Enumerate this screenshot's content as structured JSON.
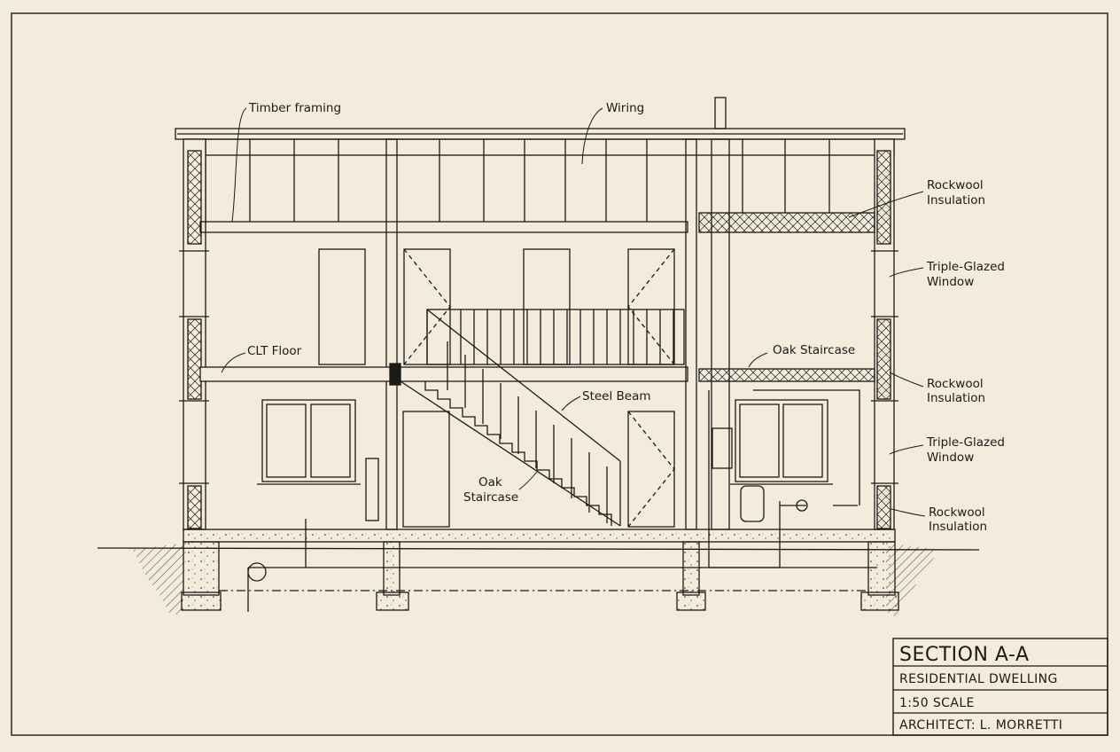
{
  "colors": {
    "paper": "#f3ecdd",
    "ink": "#1c1a17",
    "insulation": "#e6dcc4",
    "concrete": "#ddd3bd"
  },
  "labels": {
    "timber_framing": "Timber framing",
    "wiring": "Wiring",
    "rockwool_top": [
      "Rockwool",
      "Insulation"
    ],
    "triple_glazed_upper": [
      "Triple-Glazed",
      "Window"
    ],
    "clt_floor": "CLT Floor",
    "oak_staircase_right": "Oak Staircase",
    "rockwool_mid": [
      "Rockwool",
      "Insulation"
    ],
    "steel_beam": "Steel Beam",
    "triple_glazed_lower": [
      "Triple-Glazed",
      "Window"
    ],
    "oak_staircase_left": [
      "Oak",
      "Staircase"
    ],
    "rockwool_bottom": [
      "Rockwool",
      "Insulation"
    ]
  },
  "title_block": {
    "title": "SECTION A-A",
    "subtitle": "RESIDENTIAL DWELLING",
    "scale": "1:50 SCALE",
    "architect": "ARCHITECT: L. MORRETTI"
  }
}
